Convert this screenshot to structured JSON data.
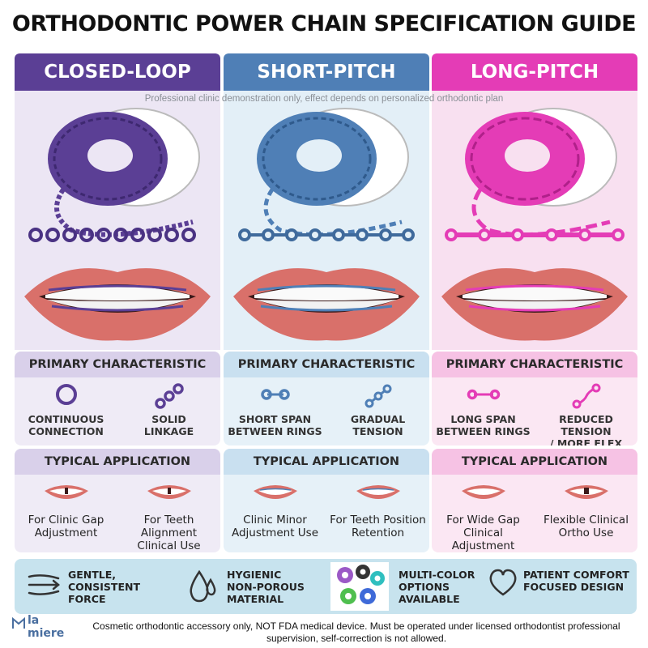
{
  "title": "ORTHODONTIC POWER CHAIN SPECIFICATION GUIDE",
  "disclaimer": "Professional clinic demonstration only, effect depends on personalized orthodontic plan",
  "columns": [
    {
      "name": "CLOSED-LOOP",
      "color": "#5b3f95",
      "characteristic_heading": "PRIMARY CHARACTERISTIC",
      "characteristics": [
        "CONTINUOUS\nCONNECTION",
        "SOLID\nLINKAGE"
      ],
      "application_heading": "TYPICAL APPLICATION",
      "applications": [
        "For Clinic Gap\nAdjustment",
        "For Teeth\nAlignment\nClinical Use"
      ]
    },
    {
      "name": "SHORT-PITCH",
      "color": "#4f7fb6",
      "characteristic_heading": "PRIMARY CHARACTERISTIC",
      "characteristics": [
        "SHORT SPAN\nBETWEEN RINGS",
        "GRADUAL\nTENSION"
      ],
      "application_heading": "TYPICAL APPLICATION",
      "applications": [
        "Clinic Minor\nAdjustment Use",
        "For Teeth Position\nRetention"
      ]
    },
    {
      "name": "LONG-PITCH",
      "color": "#e43cb6",
      "characteristic_heading": "PRIMARY CHARACTERISTIC",
      "characteristics": [
        "LONG SPAN\nBETWEEN RINGS",
        "REDUCED TENSION\n/ MORE FLEX"
      ],
      "application_heading": "TYPICAL APPLICATION",
      "applications": [
        "For Wide Gap\nClinical\nAdjustment",
        "Flexible Clinical\nOrtho Use"
      ]
    }
  ],
  "features": [
    {
      "icon": "arrows-icon",
      "text": "GENTLE,\nCONSISTENT\nFORCE"
    },
    {
      "icon": "droplets-icon",
      "text": "HYGIENIC\nNON-POROUS\nMATERIAL"
    },
    {
      "icon": "multi-color-spools-icon",
      "text": "MULTI-COLOR\nOPTIONS\nAVAILABLE"
    },
    {
      "icon": "heart-icon",
      "text": "PATIENT COMFORT\nFOCUSED DESIGN"
    }
  ],
  "brand": "la\nmiere",
  "footer": "Cosmetic orthodontic accessory only, NOT FDA medical device. Must be operated under licensed orthodontist professional supervision, self-correction is not allowed."
}
